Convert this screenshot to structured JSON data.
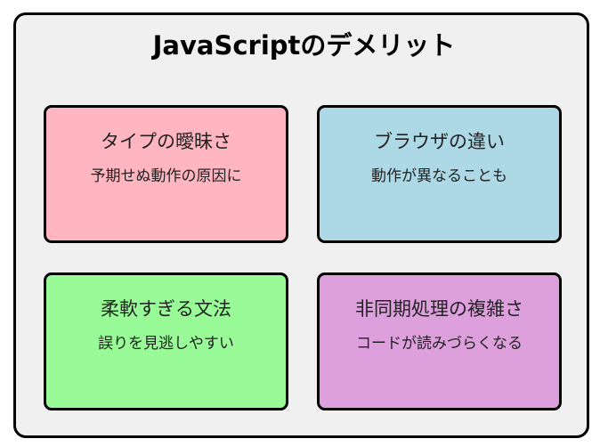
{
  "title": "JavaScriptのデメリット",
  "cards": [
    {
      "title": "タイプの曖昧さ",
      "description": "予期せぬ動作の原因に",
      "color": "#ffb6c1"
    },
    {
      "title": "ブラウザの違い",
      "description": "動作が異なることも",
      "color": "#add8e6"
    },
    {
      "title": "柔軟すぎる文法",
      "description": "誤りを見逃しやすい",
      "color": "#98fb98"
    },
    {
      "title": "非同期処理の複雑さ",
      "description": "コードが読みづらくなる",
      "color": "#dda0dd"
    }
  ],
  "colors": {
    "frame_background": "#f0f0f0",
    "border": "#000000"
  }
}
